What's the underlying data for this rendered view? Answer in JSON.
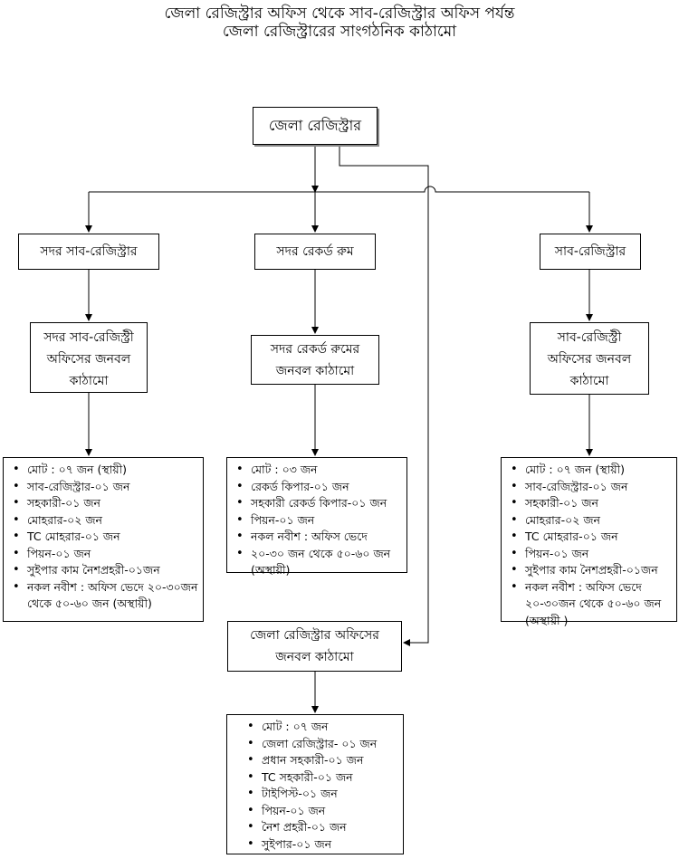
{
  "title": {
    "line1": "জেলা রেজিস্ট্রার অফিস থেকে সাব-রেজিস্ট্রার অফিস পর্যন্ত",
    "line2": "জেলা রেজিস্ট্রারের সাংগঠনিক কাঠামো"
  },
  "nodes": {
    "root": "জেলা রেজিস্ট্রার",
    "sadar_sub": "সদর সাব-রেজিস্ট্রার",
    "sadar_record": "সদর রেকর্ড রুম",
    "sub": "সাব-রেজিস্ট্রার",
    "sadar_sub_office": [
      "সদর সাব-রেজিস্ট্রী",
      "অফিসের জনবল",
      "কাঠামো"
    ],
    "sadar_record_office": [
      "সদর রেকর্ড রুমের",
      "জনবল কাঠামো"
    ],
    "sub_office": [
      "সাব-রেজিস্ট্রী",
      "অফিসের জনবল",
      "কাঠামো"
    ],
    "district_office": [
      "জেলা রেজিস্ট্রার অফিসের",
      "জনবল কাঠামো"
    ]
  },
  "lists": {
    "sadar_sub": [
      "মোট : ০৭ জন (স্থায়ী)",
      "সাব-রেজিস্ট্রার-০১ জন",
      "সহকারী-০১ জন",
      "মোহরার-০২ জন",
      "TC মোহরার-০১ জন",
      "পিয়ন-০১ জন",
      "সুইপার কাম নৈশপ্রহরী-০১জন",
      "নকল নবীশ : অফিস ভেদে ২০-৩০জন থেকে ৫০-৬০ জন (অস্থায়ী)"
    ],
    "sadar_record": [
      "মোট : ০৩ জন",
      "রেকর্ড কিপার-০১ জন",
      "সহকারী রেকর্ড কিপার-০১ জন",
      "পিয়ন-০১ জন",
      "নকল নবীশ : অফিস ভেদে",
      "২০-৩০ জন থেকে ৫০-৬০ জন (অস্থায়ী)"
    ],
    "sub": [
      "মোট : ০৭ জন (স্থায়ী)",
      "সাব-রেজিস্ট্রার-০১ জন",
      "সহকারী-০১ জন",
      "মোহরার-০২ জন",
      "TC মোহরার-০১ জন",
      "পিয়ন-০১ জন",
      "সুইপার কাম নৈশপ্রহরী-০১জন",
      "নকল নবীশ : অফিস ভেদে ২০-৩০জন থেকে ৫০-৬০ জন (অস্থায়ী )"
    ],
    "district": [
      "মোট : ০৭ জন",
      "জেলা রেজিস্ট্রার- ০১ জন",
      "প্রধান সহকারী-০১ জন",
      "TC সহকারী-০১ জন",
      "টাইপিস্ট-০১ জন",
      "পিয়ন-০১ জন",
      "নৈশ প্রহরী-০১ জন",
      "সুইপার-০১ জন"
    ]
  }
}
